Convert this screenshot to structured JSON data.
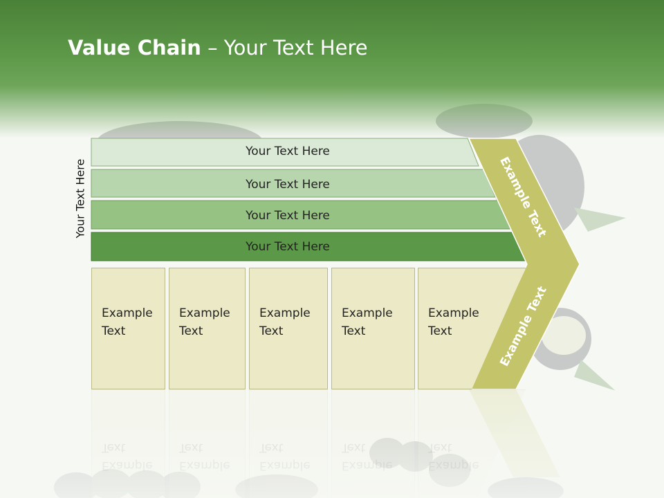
{
  "title": {
    "bold": "Value Chain",
    "rest": " – Your Text Here"
  },
  "side_label": "Your Text Here",
  "bars": [
    {
      "label": "Your Text Here",
      "fill": "#dbead6"
    },
    {
      "label": "Your Text Here",
      "fill": "#b8d6ad"
    },
    {
      "label": "Your Text Here",
      "fill": "#96c383"
    },
    {
      "label": "Your Text Here",
      "fill": "#5b9847"
    }
  ],
  "boxes": [
    {
      "line1": "Example",
      "line2": "Text"
    },
    {
      "line1": "Example",
      "line2": "Text"
    },
    {
      "line1": "Example",
      "line2": "Text"
    },
    {
      "line1": "Example",
      "line2": "Text"
    },
    {
      "line1": "Example",
      "line2": "Text"
    }
  ],
  "chevron": {
    "upper": "Example Text",
    "lower": "Example Text",
    "fill": "#c4c46a"
  },
  "colors": {
    "header": "#5d9848",
    "box_fill": "#eceac6",
    "chevron": "#c4c46a"
  }
}
